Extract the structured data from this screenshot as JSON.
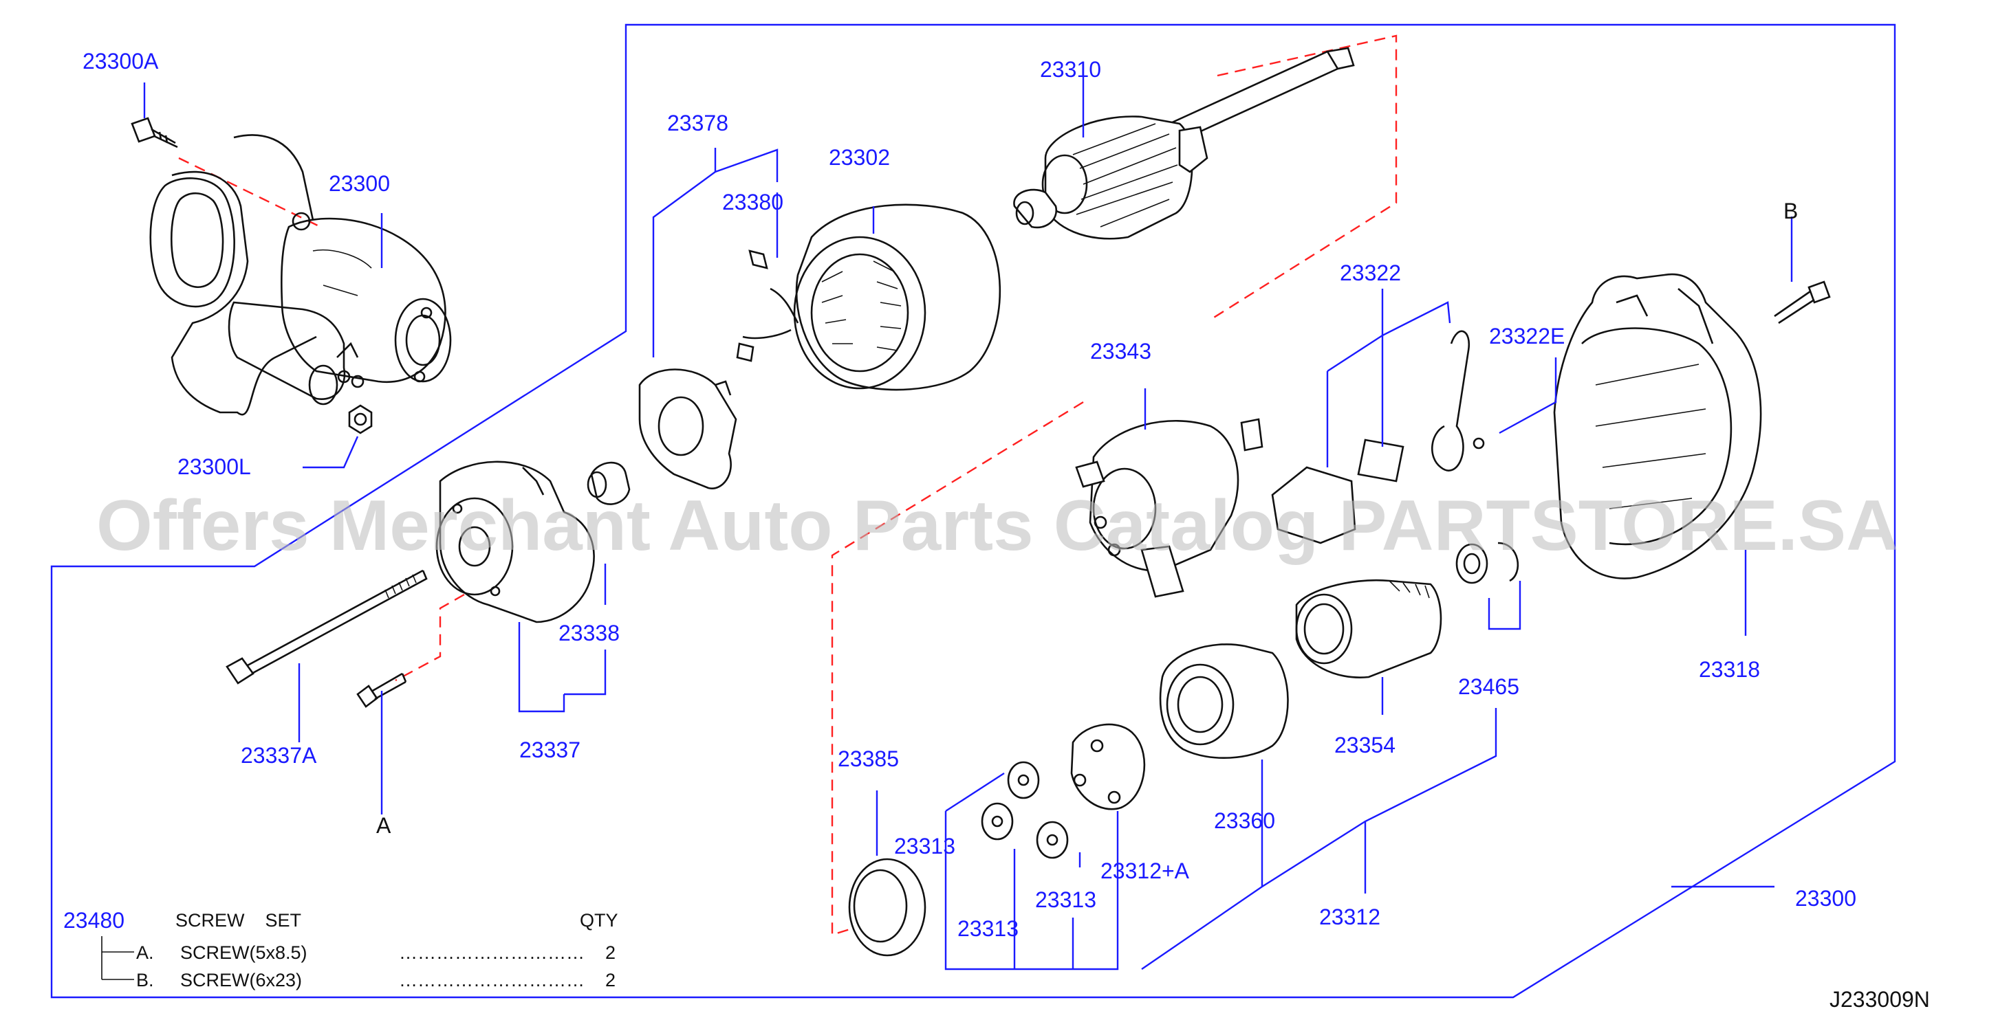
{
  "colors": {
    "callout": "#1a1aff",
    "leader_dashed": "#ff2020",
    "line_art": "#111111",
    "watermark": "#bdbdbd"
  },
  "watermark": "Offers Merchant Auto Parts Catalog PARTSTORE.SA",
  "diagram_code": "J233009N",
  "callouts": {
    "c23300A": "23300A",
    "c23300": "23300",
    "c23300L": "23300L",
    "c23378": "23378",
    "c23380": "23380",
    "c23302": "23302",
    "c23310": "23310",
    "c23322": "23322",
    "c23322E": "23322E",
    "c23343": "23343",
    "c23338": "23338",
    "c23337": "23337",
    "c23337A": "23337A",
    "c23385": "23385",
    "c23313a": "23313",
    "c23313b": "23313",
    "c23313c": "23313",
    "c23312A": "23312+A",
    "c23360": "23360",
    "c23354": "23354",
    "c23465": "23465",
    "c23318": "23318",
    "c23312": "23312",
    "c23300R": "23300"
  },
  "markers": {
    "A": "A",
    "B": "B"
  },
  "screw_set": {
    "part_no": "23480",
    "title": "SCREW    SET",
    "qty_header": "QTY",
    "rows": [
      {
        "key": "A.",
        "desc": "SCREW(5x8.5)",
        "dots": "…………………………",
        "qty": "2"
      },
      {
        "key": "B.",
        "desc": "SCREW(6x23)",
        "dots": "…………………………",
        "qty": "2"
      }
    ]
  }
}
